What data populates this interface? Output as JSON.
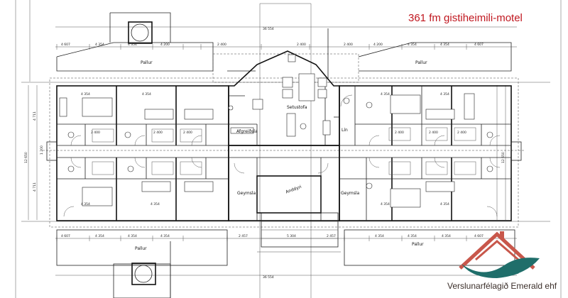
{
  "title": "361 fm gistiheimili-motel",
  "title_color": "#c0171f",
  "logo": {
    "company": "Verslunarfélagið Emerald ehf",
    "roof_color": "#c8574b",
    "wave_color": "#1f6e6a"
  },
  "rooms": {
    "living": "Setustofa",
    "reception": "Afgreiðsla",
    "storage_left": "Geymsla",
    "storage_right": "Geymsla",
    "entrance": "Anddyri",
    "lin": "Lín",
    "deck_top_left": "Pallur",
    "deck_top_right": "Pallur",
    "deck_bottom_left": "Pallur",
    "deck_bottom_right": "Pallur"
  },
  "dimensions": {
    "overall_width": "36 554",
    "overall_width_bottom": "36 554",
    "top_row": [
      "4 607",
      "4 354",
      "4 354",
      "4 200",
      "2 400",
      "2 400",
      "2 400",
      "4 200",
      "4 354",
      "4 354",
      "4 607"
    ],
    "bottom_row": [
      "4 607",
      "4 354",
      "4 354",
      "4 354",
      "2 457",
      "5 304",
      "2 457",
      "4 354",
      "4 354",
      "4 354",
      "4 607"
    ],
    "room_widths": [
      "4 354",
      "4 354",
      "4 354",
      "4 354",
      "4 354",
      "4 354",
      "4 354",
      "4 354"
    ],
    "side_heights": [
      "12 650",
      "4 711",
      "4 711",
      "1 200",
      "12 650"
    ],
    "small": [
      "2 400",
      "2 400",
      "2 400",
      "2 400",
      "2 400",
      "2 400"
    ]
  }
}
